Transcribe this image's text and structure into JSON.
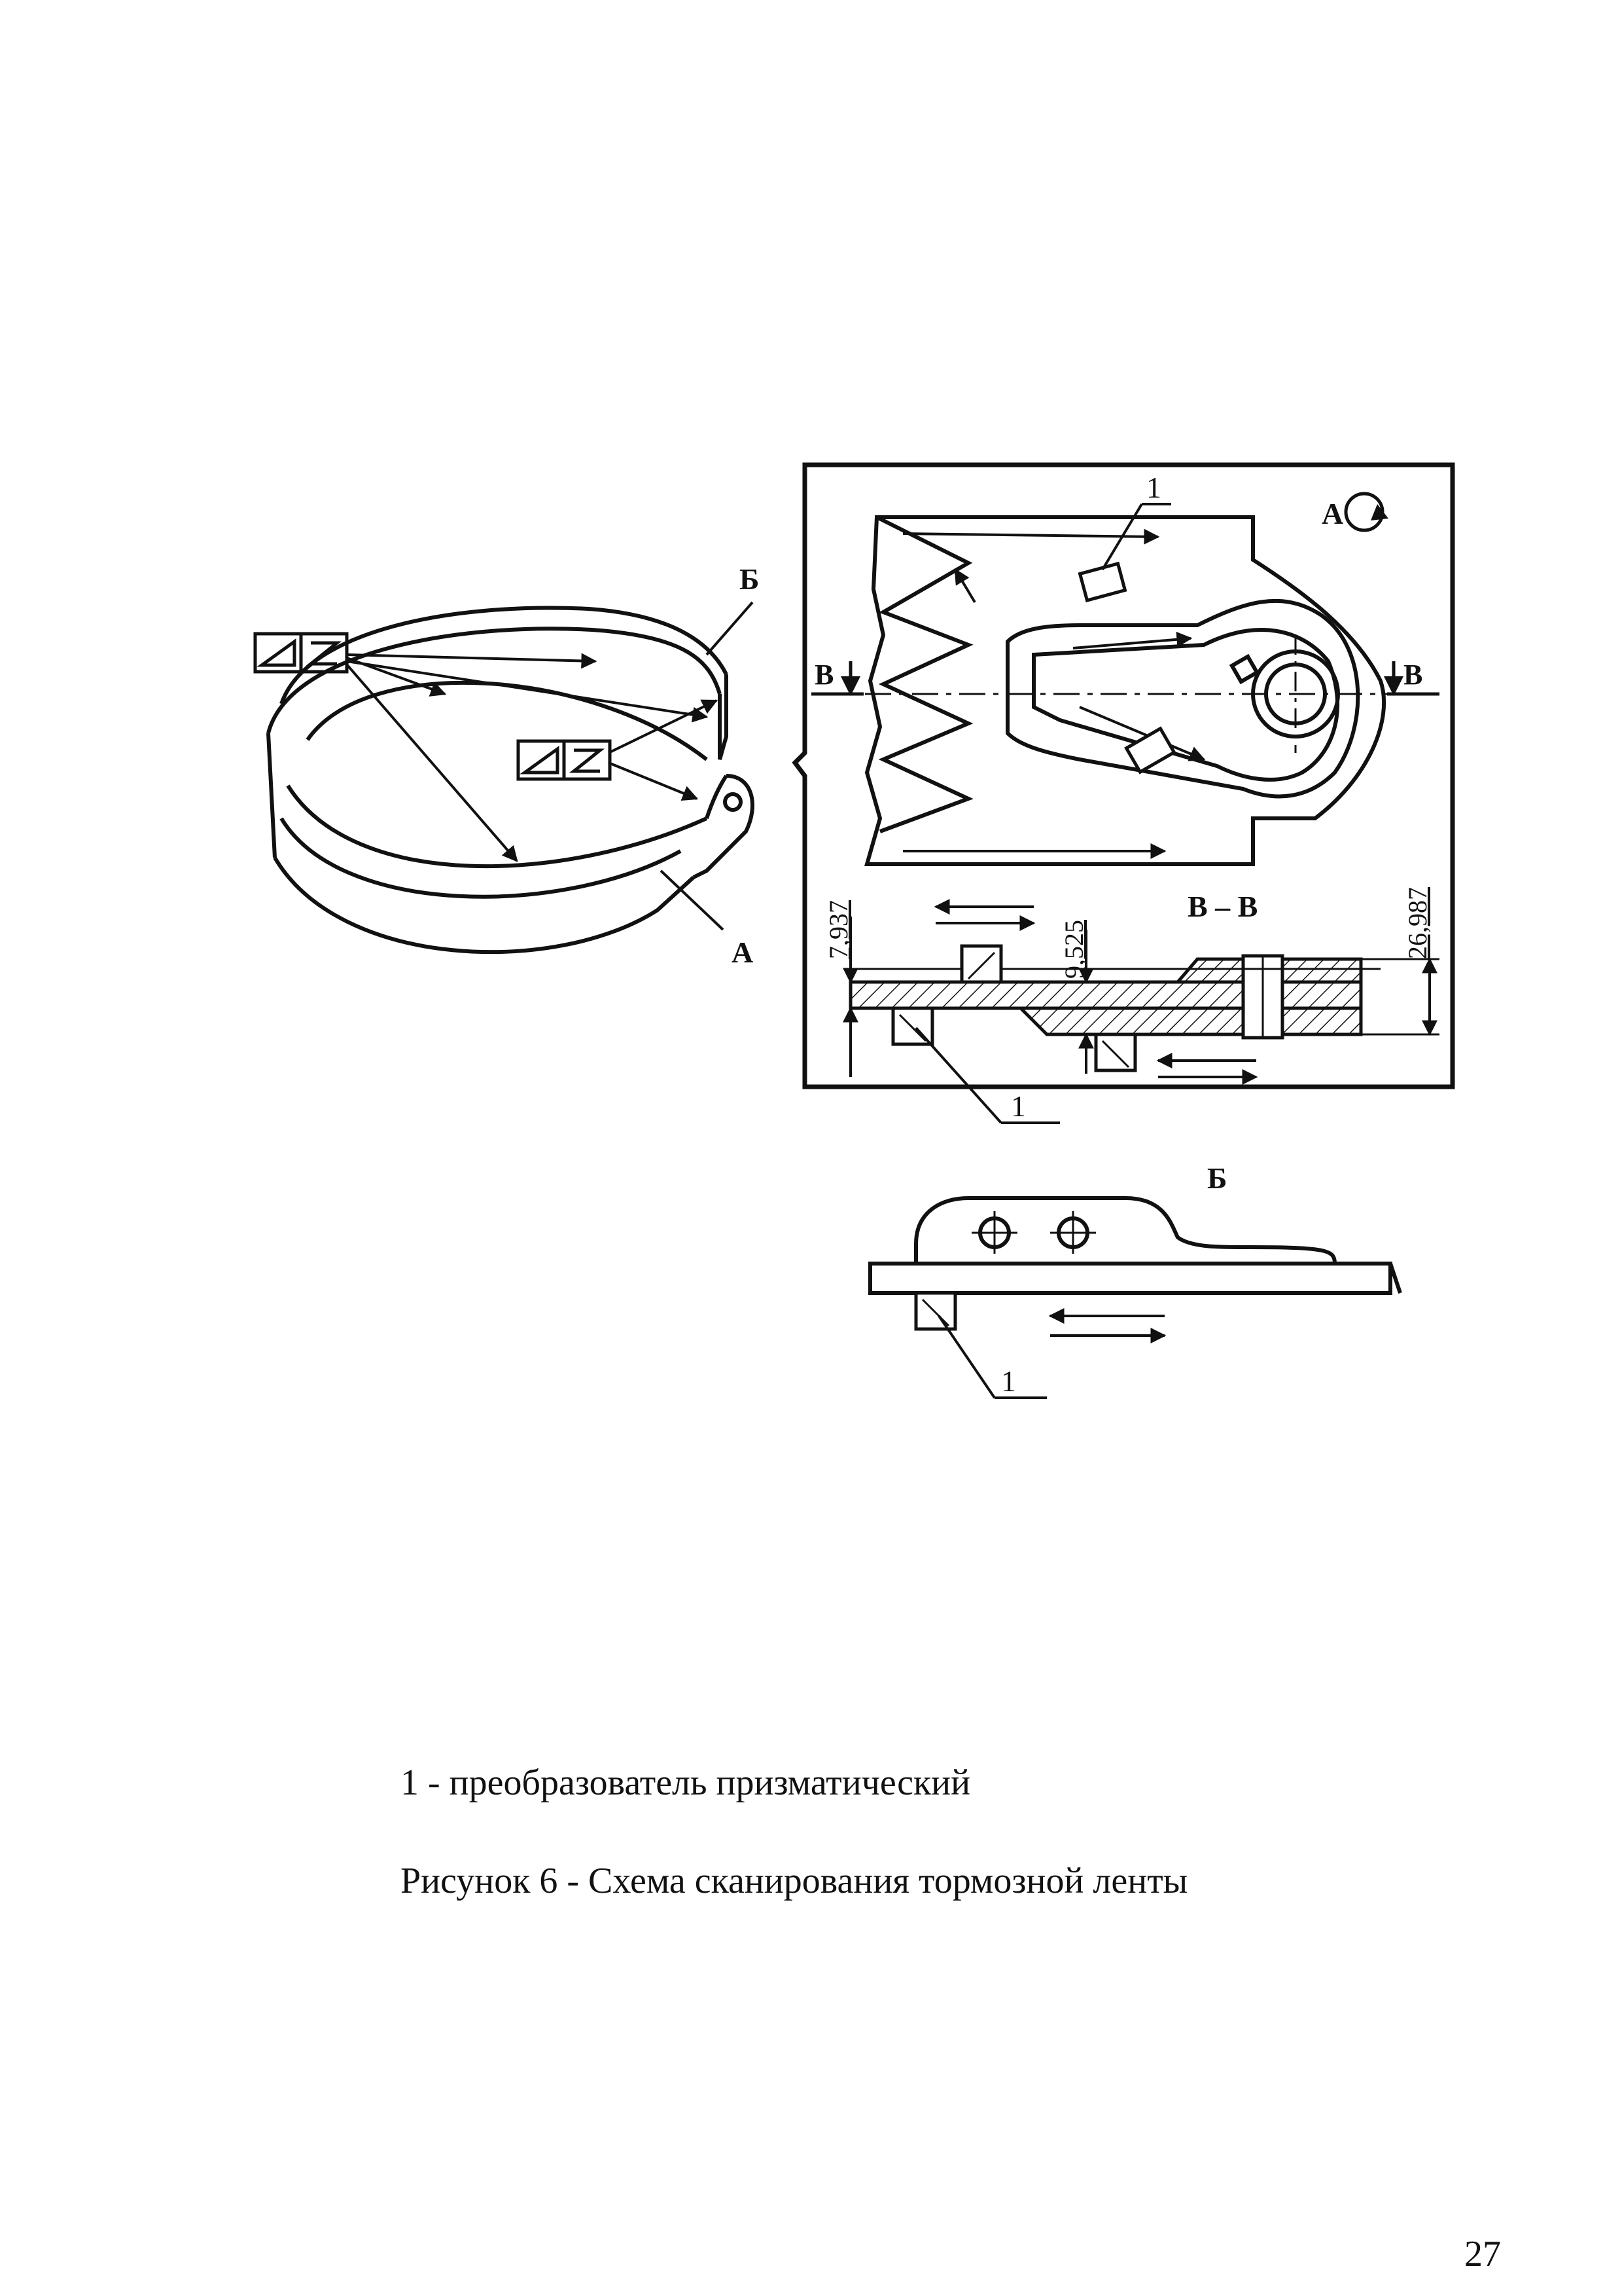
{
  "figure": {
    "labels": {
      "band_b": "Б",
      "band_a": "А",
      "view_a": "А",
      "sec_left": "В",
      "sec_right": "В",
      "section_title": "В – В",
      "view_b_title": "Б",
      "callout_top": "1",
      "callout_section": "1",
      "callout_view_b": "1"
    },
    "dimensions": {
      "d1": "7,937",
      "d2": "9,525",
      "d3": "26,987"
    }
  },
  "legend": "1 - преобразователь призматический",
  "caption": "Рисунок 6 - Схема сканирования тормозной ленты",
  "page_number": "27"
}
